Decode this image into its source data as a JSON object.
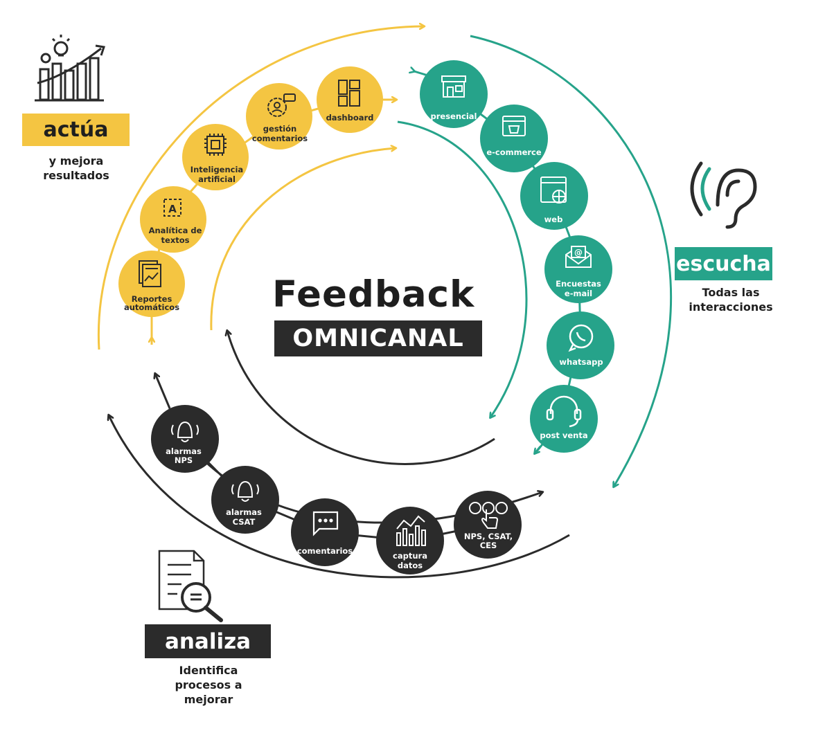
{
  "colors": {
    "yellow": "#f4c542",
    "teal": "#26a38a",
    "dark": "#2b2b2b"
  },
  "center": {
    "title": "Feedback",
    "subtitle": "OMNICANAL"
  },
  "sections": {
    "actua": {
      "label": "actúa",
      "desc": [
        "y mejora",
        "resultados"
      ],
      "icon": "growth-chart-icon"
    },
    "escucha": {
      "label": "escucha",
      "desc": [
        "Todas las",
        "interacciones"
      ],
      "icon": "ear-icon"
    },
    "analiza": {
      "label": "analiza",
      "desc": [
        "Identifica",
        "procesos a",
        "mejorar"
      ],
      "icon": "document-search-icon"
    }
  },
  "nodes": {
    "actua": [
      {
        "id": "reportes",
        "lines": [
          "Reportes",
          "automáticos"
        ],
        "icon": "report-icon"
      },
      {
        "id": "analitica",
        "lines": [
          "Analítica de",
          "textos"
        ],
        "icon": "text-analytics-icon"
      },
      {
        "id": "ia",
        "lines": [
          "Inteligencia",
          "artificial"
        ],
        "icon": "chip-icon"
      },
      {
        "id": "gestion",
        "lines": [
          "gestión",
          "comentarios"
        ],
        "icon": "gear-user-icon"
      },
      {
        "id": "dashboard",
        "lines": [
          "dashboard"
        ],
        "icon": "dashboard-icon"
      }
    ],
    "escucha": [
      {
        "id": "presencial",
        "lines": [
          "presencial"
        ],
        "icon": "store-icon"
      },
      {
        "id": "ecommerce",
        "lines": [
          "e-commerce"
        ],
        "icon": "shopping-bag-icon"
      },
      {
        "id": "web",
        "lines": [
          "web"
        ],
        "icon": "globe-window-icon"
      },
      {
        "id": "encuestas",
        "lines": [
          "Encuestas",
          "e-mail"
        ],
        "icon": "envelope-icon"
      },
      {
        "id": "whatsapp",
        "lines": [
          "whatsapp"
        ],
        "icon": "whatsapp-icon"
      },
      {
        "id": "postventa",
        "lines": [
          "post venta"
        ],
        "icon": "headset-icon"
      }
    ],
    "analiza": [
      {
        "id": "alarmas-nps",
        "lines": [
          "alarmas",
          "NPS"
        ],
        "icon": "bell-icon"
      },
      {
        "id": "alarmas-csat",
        "lines": [
          "alarmas",
          "CSAT"
        ],
        "icon": "bell-icon"
      },
      {
        "id": "comentarios",
        "lines": [
          "comentarios"
        ],
        "icon": "chat-icon"
      },
      {
        "id": "captura",
        "lines": [
          "captura",
          "datos"
        ],
        "icon": "bar-chart-icon"
      },
      {
        "id": "nps-csat-ces",
        "lines": [
          "NPS, CSAT,",
          "CES"
        ],
        "icon": "touch-icon"
      }
    ]
  }
}
